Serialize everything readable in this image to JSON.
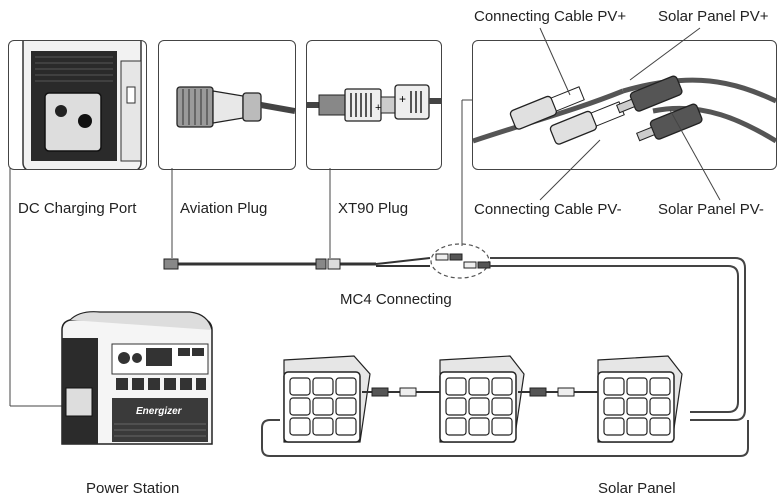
{
  "labels": {
    "dc_charging_port": "DC Charging Port",
    "aviation_plug": "Aviation Plug",
    "xt90_plug": "XT90 Plug",
    "connecting_cable_pv_plus": "Connecting Cable PV+",
    "solar_panel_pv_plus": "Solar Panel PV+",
    "connecting_cable_pv_minus": "Connecting Cable PV-",
    "solar_panel_pv_minus": "Solar Panel PV-",
    "mc4_connecting": "MC4 Connecting",
    "power_station": "Power Station",
    "solar_panel": "Solar Panel",
    "brand": "Energizer"
  }
}
